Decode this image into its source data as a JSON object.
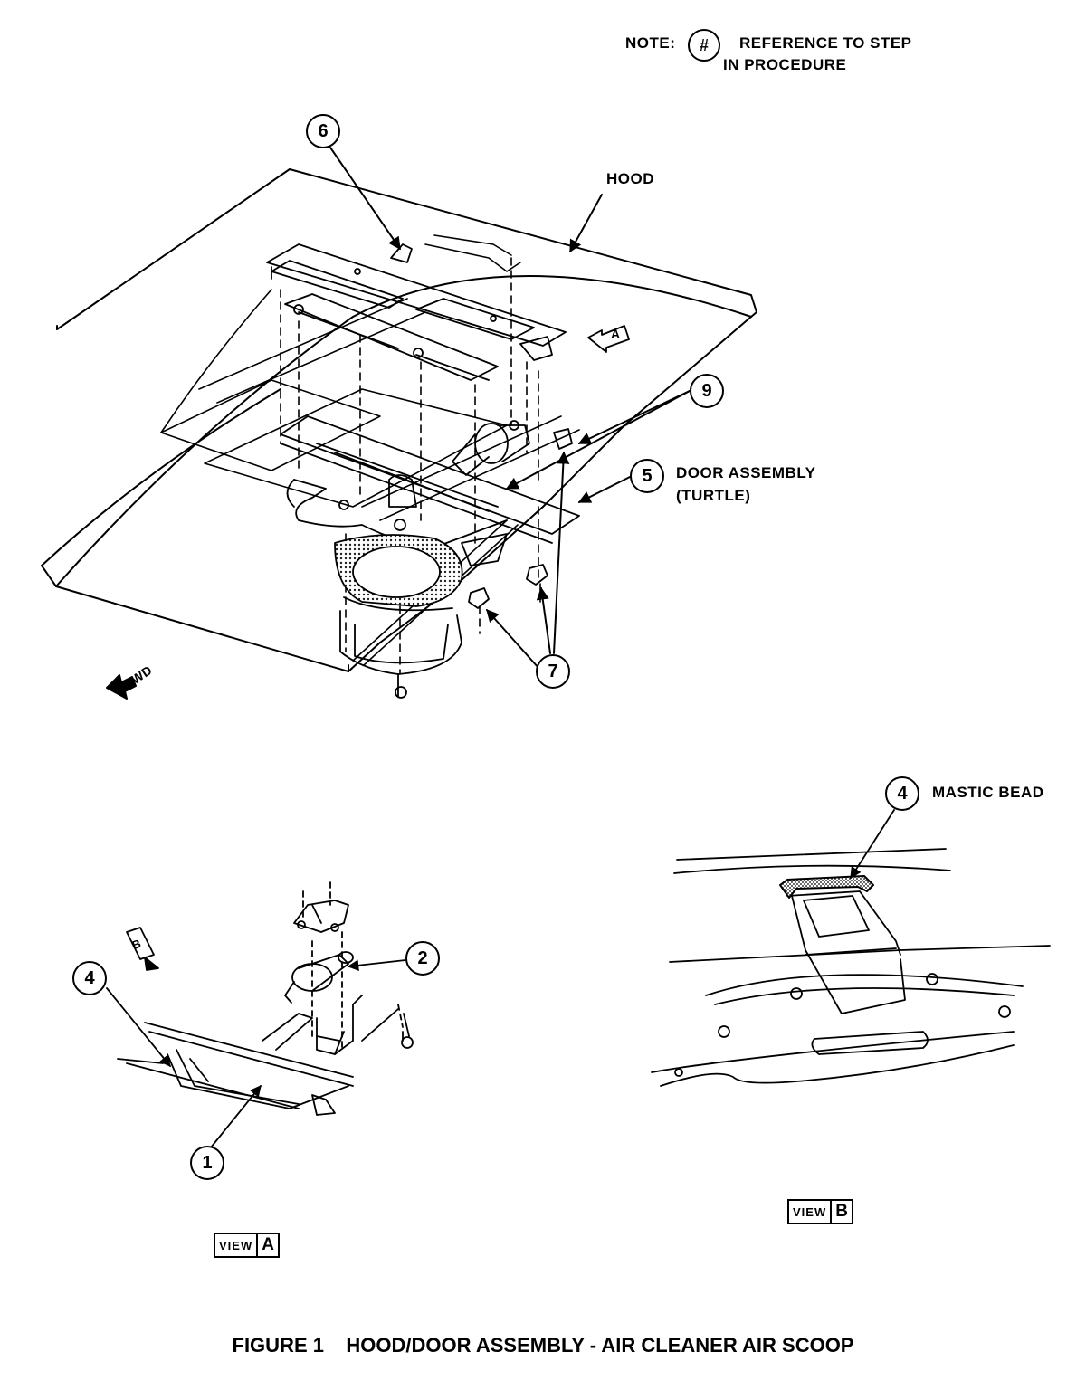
{
  "note": {
    "prefix": "NOTE:",
    "symbol": "#",
    "line1": "REFERENCE TO STEP",
    "line2": "IN PROCEDURE"
  },
  "labels": {
    "hood": "HOOD",
    "door_assembly": "DOOR ASSEMBLY",
    "turtle": "(TURTLE)",
    "mastic_bead": "MASTIC BEAD",
    "fwd": "FWD",
    "arrow_a": "A",
    "arrow_b": "B"
  },
  "callouts": {
    "c6": "6",
    "c9": "9",
    "c5": "5",
    "c7": "7",
    "c2": "2",
    "c4a": "4",
    "c1": "1",
    "c4b": "4"
  },
  "views": {
    "view_a": {
      "word": "VIEW",
      "letter": "A"
    },
    "view_b": {
      "word": "VIEW",
      "letter": "B"
    }
  },
  "caption": {
    "figure": "FIGURE 1",
    "title": "HOOD/DOOR ASSEMBLY - AIR CLEANER AIR SCOOP"
  }
}
